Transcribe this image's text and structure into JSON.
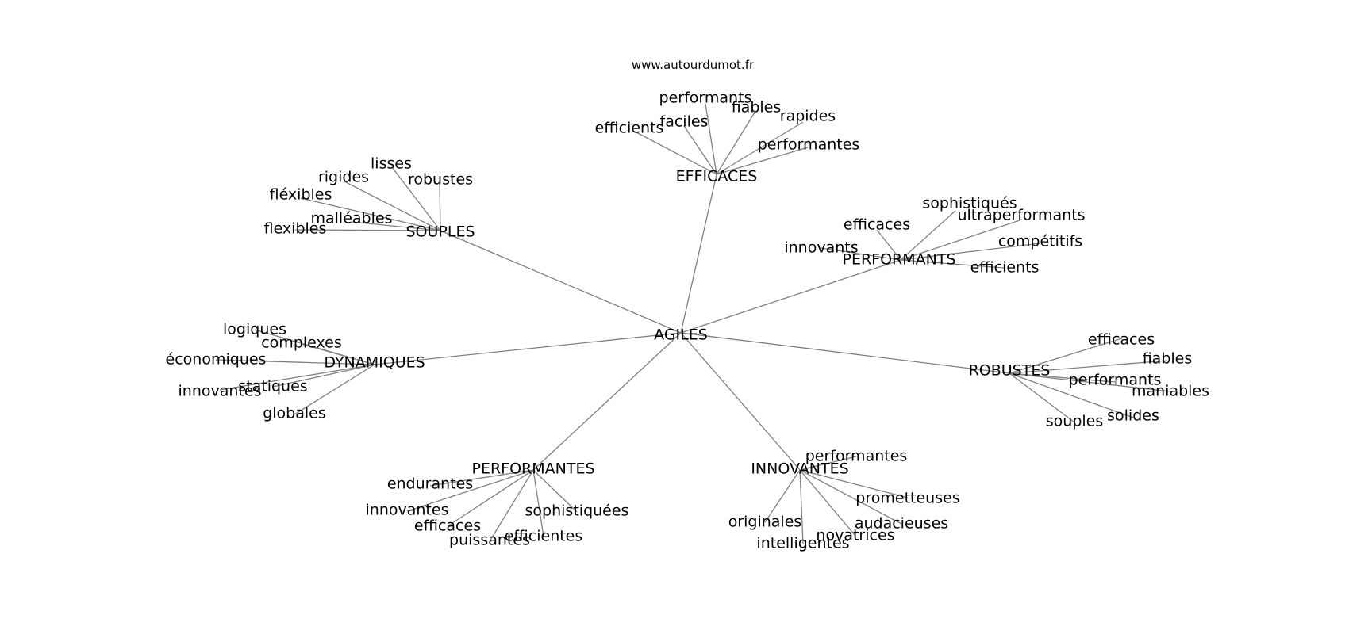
{
  "site_label": "www.autourdumot.fr",
  "root": {
    "key": "root",
    "label": "AGILES"
  },
  "groups": [
    {
      "key": "efficaces",
      "label": "EFFICACES",
      "leaves": [
        {
          "key": "efficaces-efficients",
          "label": "efficients"
        },
        {
          "key": "efficaces-faciles",
          "label": "faciles"
        },
        {
          "key": "efficaces-performants",
          "label": "performants"
        },
        {
          "key": "efficaces-fiables",
          "label": "fiables"
        },
        {
          "key": "efficaces-rapides",
          "label": "rapides"
        },
        {
          "key": "efficaces-performantes",
          "label": "performantes"
        }
      ]
    },
    {
      "key": "souples",
      "label": "SOUPLES",
      "leaves": [
        {
          "key": "souples-lisses",
          "label": "lisses"
        },
        {
          "key": "souples-rigides",
          "label": "rigides"
        },
        {
          "key": "souples-robustes",
          "label": "robustes"
        },
        {
          "key": "souples-flexibles-accent",
          "label": "fléxibles"
        },
        {
          "key": "souples-malleables",
          "label": "malléables"
        },
        {
          "key": "souples-flexibles",
          "label": "flexibles"
        }
      ]
    },
    {
      "key": "performants",
      "label": "PERFORMANTS",
      "leaves": [
        {
          "key": "performants-sophistiques",
          "label": "sophistiqués"
        },
        {
          "key": "performants-ultraperformants",
          "label": "ultraperformants"
        },
        {
          "key": "performants-efficaces",
          "label": "efficaces"
        },
        {
          "key": "performants-innovants",
          "label": "innovants"
        },
        {
          "key": "performants-competitifs",
          "label": "compétitifs"
        },
        {
          "key": "performants-efficients",
          "label": "efficients"
        }
      ]
    },
    {
      "key": "dynamiques",
      "label": "DYNAMIQUES",
      "leaves": [
        {
          "key": "dynamiques-logiques",
          "label": "logiques"
        },
        {
          "key": "dynamiques-complexes",
          "label": "complexes"
        },
        {
          "key": "dynamiques-economiques",
          "label": "économiques"
        },
        {
          "key": "dynamiques-statiques",
          "label": "statiques"
        },
        {
          "key": "dynamiques-innovantes",
          "label": "innovantes"
        },
        {
          "key": "dynamiques-globales",
          "label": "globales"
        }
      ]
    },
    {
      "key": "robustes",
      "label": "ROBUSTES",
      "leaves": [
        {
          "key": "robustes-efficaces",
          "label": "efficaces"
        },
        {
          "key": "robustes-fiables",
          "label": "fiables"
        },
        {
          "key": "robustes-performants",
          "label": "performants"
        },
        {
          "key": "robustes-maniables",
          "label": "maniables"
        },
        {
          "key": "robustes-solides",
          "label": "solides"
        },
        {
          "key": "robustes-souples",
          "label": "souples"
        }
      ]
    },
    {
      "key": "performantes",
      "label": "PERFORMANTES",
      "leaves": [
        {
          "key": "performantes-endurantes",
          "label": "endurantes"
        },
        {
          "key": "performantes-innovantes",
          "label": "innovantes"
        },
        {
          "key": "performantes-efficaces",
          "label": "efficaces"
        },
        {
          "key": "performantes-puissantes",
          "label": "puissantes"
        },
        {
          "key": "performantes-efficientes",
          "label": "efficientes"
        },
        {
          "key": "performantes-sophistiquees",
          "label": "sophistiquées"
        }
      ]
    },
    {
      "key": "innovantes",
      "label": "INNOVANTES",
      "leaves": [
        {
          "key": "innovantes-performantes",
          "label": "performantes"
        },
        {
          "key": "innovantes-prometteuses",
          "label": "prometteuses"
        },
        {
          "key": "innovantes-audacieuses",
          "label": "audacieuses"
        },
        {
          "key": "innovantes-novatrices",
          "label": "novatrices"
        },
        {
          "key": "innovantes-intelligentes",
          "label": "intelligentes"
        },
        {
          "key": "innovantes-originales",
          "label": "originales"
        }
      ]
    }
  ]
}
